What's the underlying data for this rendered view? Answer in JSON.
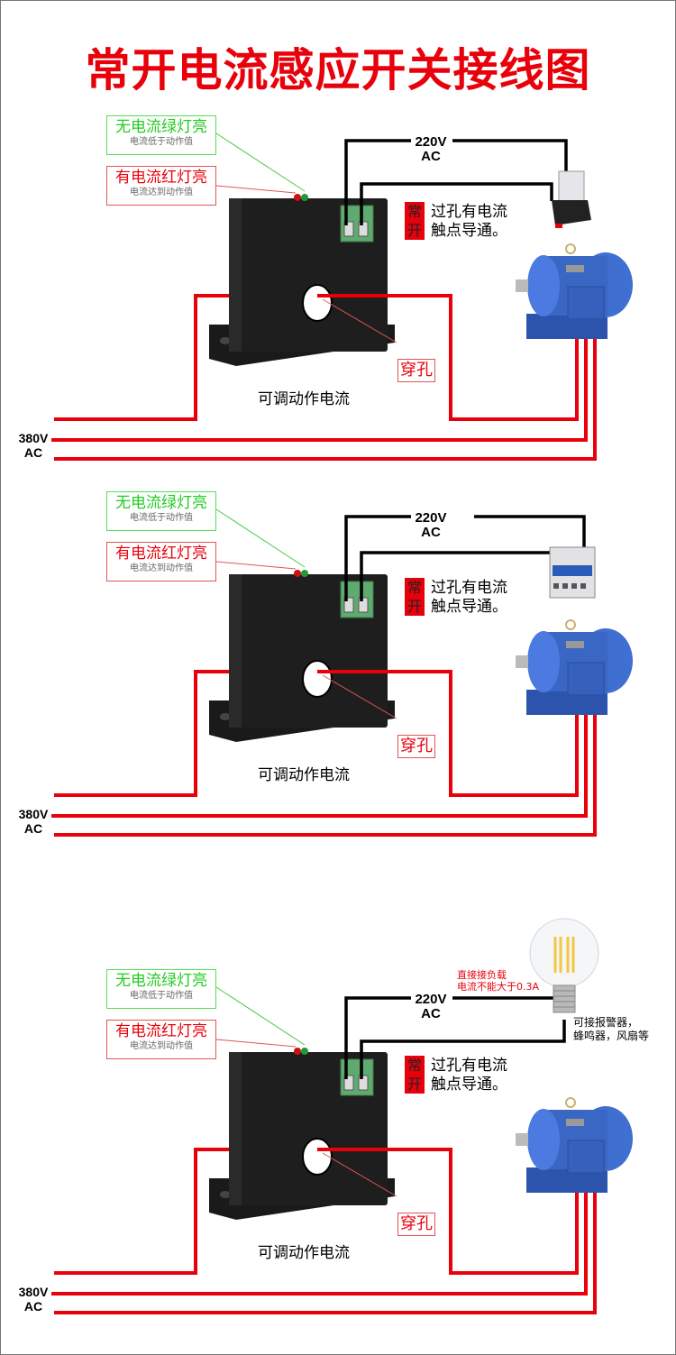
{
  "title": "常开电流感应开关接线图",
  "colors": {
    "accent_red": "#e8000b",
    "led_green": "#22cc22",
    "wire_black": "#000000",
    "sensor_body": "#1c1c1c",
    "terminal_green": "#5faa6e",
    "motor_blue": "#3a66c4"
  },
  "common": {
    "no_current_label": "无电流绿灯亮",
    "no_current_sub": "电流低于动作值",
    "current_label": "有电流红灯亮",
    "current_sub": "电流达到动作值",
    "control_voltage_line1": "220V",
    "control_voltage_line2": "AC",
    "no_badge_line1": "常",
    "no_badge_line2": "开",
    "no_desc_line1": "过孔有电流",
    "no_desc_line2": "触点导通。",
    "through_hole": "穿孔",
    "adjustable": "可调动作电流",
    "mains_line1": "380V",
    "mains_line2": "AC"
  },
  "panels": [
    {
      "load": "relay",
      "load_icon": "relay-icon"
    },
    {
      "load": "contactor",
      "load_icon": "contactor-icon"
    },
    {
      "load": "lamp",
      "load_icon": "lightbulb-icon",
      "warning_line1": "直接接负载",
      "warning_line2": "电流不能大于0.3A",
      "alarm_line1": "可接报警器，",
      "alarm_line2": "蜂鸣器，风扇等"
    }
  ]
}
